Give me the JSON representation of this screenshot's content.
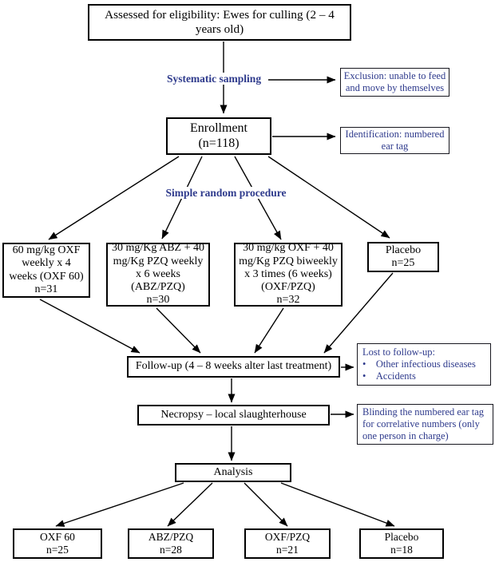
{
  "title": "Study enrollment flow diagram",
  "colors": {
    "navy_text": "#2e3a8c",
    "line": "#000000",
    "box_border": "#000000"
  },
  "labels": {
    "systematic": "Systematic sampling",
    "random": "Simple random procedure"
  },
  "nodes": {
    "assessed": {
      "lines": [
        "Assessed for eligibility: Ewes for culling (2 – 4",
        "years old)"
      ]
    },
    "exclusion": {
      "lines": [
        "Exclusion: unable to feed",
        "and move by themselves"
      ]
    },
    "enrollment": {
      "lines": [
        "Enrollment",
        "(n=118)"
      ]
    },
    "identification": {
      "lines": [
        "Identification: numbered",
        "ear tag"
      ]
    },
    "treat_oxf60": {
      "lines": [
        "60 mg/kg OXF",
        "weekly x 4",
        "weeks (OXF 60)",
        "n=31"
      ]
    },
    "treat_abzpzq": {
      "lines": [
        "30 mg/Kg ABZ + 40",
        "mg/Kg PZQ weekly",
        "x 6 weeks",
        "(ABZ/PZQ)",
        "n=30"
      ]
    },
    "treat_oxfpzq": {
      "lines": [
        "30 mg/kg OXF + 40",
        "mg/Kg PZQ biweekly",
        "x 3 times (6 weeks)",
        "(OXF/PZQ)",
        "n=32"
      ]
    },
    "treat_placebo": {
      "lines": [
        "Placebo",
        "n=25"
      ]
    },
    "followup": {
      "lines": [
        "Follow-up (4 – 8 weeks alter last treatment)"
      ]
    },
    "lost": {
      "lines": [
        "Lost to follow-up:",
        "•    Other infectious diseases",
        "•    Accidents"
      ]
    },
    "necropsy": {
      "lines": [
        "Necropsy – local slaughterhouse"
      ]
    },
    "blinding": {
      "lines": [
        "Blinding the numbered ear tag",
        "for correlative numbers (only",
        "one person in charge)"
      ]
    },
    "analysis": {
      "lines": [
        "Analysis"
      ]
    },
    "final_oxf60": {
      "lines": [
        "OXF 60",
        "n=25"
      ]
    },
    "final_abzpzq": {
      "lines": [
        "ABZ/PZQ",
        "n=28"
      ]
    },
    "final_oxfpzq": {
      "lines": [
        "OXF/PZQ",
        "n=21"
      ]
    },
    "final_placebo": {
      "lines": [
        "Placebo",
        "n=18"
      ]
    }
  }
}
